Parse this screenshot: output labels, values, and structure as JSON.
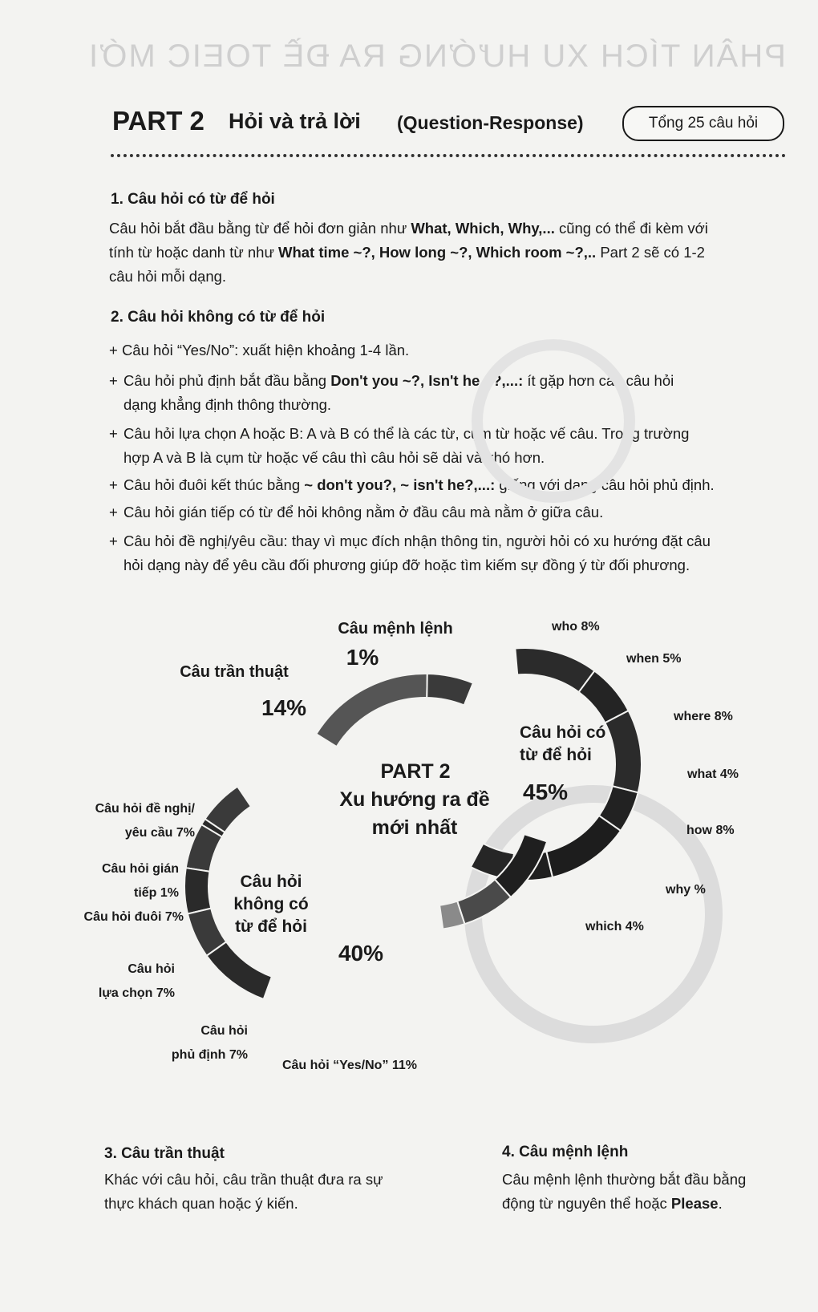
{
  "header": {
    "ghost_title": "PHÂN TÍCH XU HƯỚNG RA ĐỀ TOEIC MỚI",
    "part_label": "PART 2",
    "title": "Hỏi và trả lời",
    "subtitle": "(Question-Response)",
    "total_badge": "Tổng 25 câu hỏi"
  },
  "section1": {
    "heading": "1. Câu hỏi có từ để hỏi",
    "line1_pre": "Câu hỏi bắt đầu bằng từ để hỏi đơn giản như ",
    "line1_bold": "What, Which, Why,...",
    "line1_post": " cũng có thể đi kèm với",
    "line2_pre": "tính từ hoặc danh từ như ",
    "line2_bold": "What time ~?, How long ~?, Which room ~?,..",
    "line2_post": " Part 2 sẽ có 1-2",
    "line3": "câu hỏi mỗi dạng."
  },
  "section2": {
    "heading": "2. Câu hỏi không có từ để hỏi",
    "b1": "+ Câu hỏi  “Yes/No”: xuất hiện khoảng 1-4 lần.",
    "b2_pre": "Câu hỏi phủ định bắt đầu bằng ",
    "b2_bold": "Don't you ~?, Isn't he ~?,...:",
    "b2_post": " ít gặp hơn các câu hỏi",
    "b2_line2": "dạng khẳng định thông thường.",
    "b3_line1": "Câu hỏi lựa chọn A hoặc B: A và B có thể là các từ, cụm từ hoặc vế câu. Trong trường",
    "b3_line2": "hợp A và B là cụm từ hoặc vế câu thì câu hỏi sẽ dài và khó hơn.",
    "b4_pre": "Câu hỏi đuôi kết thúc bằng ",
    "b4_bold": "~ don't you?, ~ isn't he?,...:",
    "b4_post": " giống với dạng câu hỏi phủ định.",
    "b5": "Câu hỏi gián tiếp có từ để hỏi không nằm ở đầu câu mà nằm ở giữa câu.",
    "b6_line1": "Câu hỏi đề nghị/yêu cầu: thay vì mục đích nhận thông tin, người hỏi có xu hướng đặt câu",
    "b6_line2": "hỏi dạng này để yêu cầu đối phương giúp đỡ hoặc tìm kiếm sự đồng ý từ đối phương.",
    "plus": "+"
  },
  "chart_data": {
    "type": "donut",
    "center_title": [
      "PART 2",
      "Xu hướng ra đề",
      "mới nhất"
    ],
    "groups": [
      {
        "name": "Câu hỏi có từ để hỏi",
        "value": 45,
        "label_lines": [
          "Câu hỏi có",
          "từ để hỏi"
        ],
        "value_label": "45%",
        "segments": [
          {
            "label": "who 8%",
            "value": 8
          },
          {
            "label": "when 5%",
            "value": 5
          },
          {
            "label": "where 8%",
            "value": 8
          },
          {
            "label": "what 4%",
            "value": 4
          },
          {
            "label": "how 8%",
            "value": 8
          },
          {
            "label": "why %",
            "value": null
          },
          {
            "label": "which 4%",
            "value": 4
          }
        ]
      },
      {
        "name": "Câu hỏi không có từ để hỏi",
        "value": 40,
        "label_lines": [
          "Câu hỏi",
          "không có",
          "từ để hỏi"
        ],
        "value_label": "40%",
        "segments": [
          {
            "label_lines": [
              "Câu hỏi đề nghị/",
              "yêu cầu 7%"
            ],
            "value": 7
          },
          {
            "label_lines": [
              "Câu hỏi gián",
              "tiếp 1%"
            ],
            "value": 1
          },
          {
            "label_lines": [
              "Câu hỏi đuôi 7%"
            ],
            "value": 7
          },
          {
            "label_lines": [
              "Câu hỏi",
              "lựa chọn 7%"
            ],
            "value": 7
          },
          {
            "label_lines": [
              "Câu hỏi",
              "phủ định 7%"
            ],
            "value": 7
          },
          {
            "label_lines": [
              "Câu hỏi “Yes/No” 11%"
            ],
            "value": 11
          }
        ]
      },
      {
        "name": "Câu trần thuật",
        "value": 14,
        "value_label": "14%"
      },
      {
        "name": "Câu mệnh lệnh",
        "value": 1,
        "value_label": "1%"
      }
    ],
    "colors": {
      "dark": "#1f1f1f",
      "mid": "#3a3a3a",
      "grey": "#555555",
      "light": "#8a8a8a",
      "divider": "#f3f3f1"
    }
  },
  "section3": {
    "heading": "3. Câu trần thuật",
    "line1": "Khác với câu hỏi, câu trần thuật đưa ra sự",
    "line2": "thực khách quan hoặc ý kiến."
  },
  "section4": {
    "heading": "4. Câu mệnh lệnh",
    "line1": "Câu mệnh lệnh thường bắt đầu bằng",
    "line2_pre": "động từ nguyên thể hoặc ",
    "line2_bold": "Please",
    "line2_post": "."
  }
}
